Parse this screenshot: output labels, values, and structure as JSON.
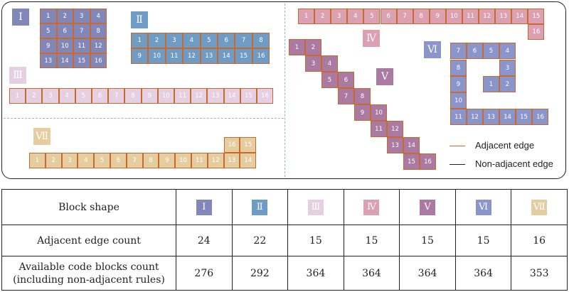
{
  "colors": {
    "I": "#8187b8",
    "II": "#6e9cc4",
    "III": "#e4cfe3",
    "IV": "#dca0b3",
    "V": "#aa7aa3",
    "VI": "#8a95cb",
    "VII": "#e6cd9f",
    "adjacent_edge": "#c96a2c",
    "nonadjacent_edge": "#222222",
    "dashed": "#8fb4df"
  },
  "shapes": {
    "I": {
      "label": "Ⅰ"
    },
    "II": {
      "label": "Ⅱ"
    },
    "III": {
      "label": "Ⅲ"
    },
    "IV": {
      "label": "Ⅳ"
    },
    "V": {
      "label": "Ⅴ"
    },
    "VI": {
      "label": "Ⅵ"
    },
    "VII": {
      "label": "Ⅶ"
    }
  },
  "legend": {
    "adjacent": "Adjacent edge",
    "nonadjacent": "Non-adjacent edge"
  },
  "table": {
    "row1_label": "Block shape",
    "row2_label": "Adjacent edge count",
    "row3_label_line1": "Available code blocks count",
    "row3_label_line2": "(including non-adjacent rules)",
    "columns": [
      {
        "key": "I",
        "label": "Ⅰ",
        "adjacent": "24",
        "available": "276"
      },
      {
        "key": "II",
        "label": "Ⅱ",
        "adjacent": "22",
        "available": "292"
      },
      {
        "key": "III",
        "label": "Ⅲ",
        "adjacent": "15",
        "available": "364"
      },
      {
        "key": "IV",
        "label": "Ⅳ",
        "adjacent": "15",
        "available": "364"
      },
      {
        "key": "V",
        "label": "Ⅴ",
        "adjacent": "15",
        "available": "364"
      },
      {
        "key": "VI",
        "label": "Ⅵ",
        "adjacent": "15",
        "available": "364"
      },
      {
        "key": "VII",
        "label": "Ⅶ",
        "adjacent": "16",
        "available": "353"
      }
    ]
  }
}
